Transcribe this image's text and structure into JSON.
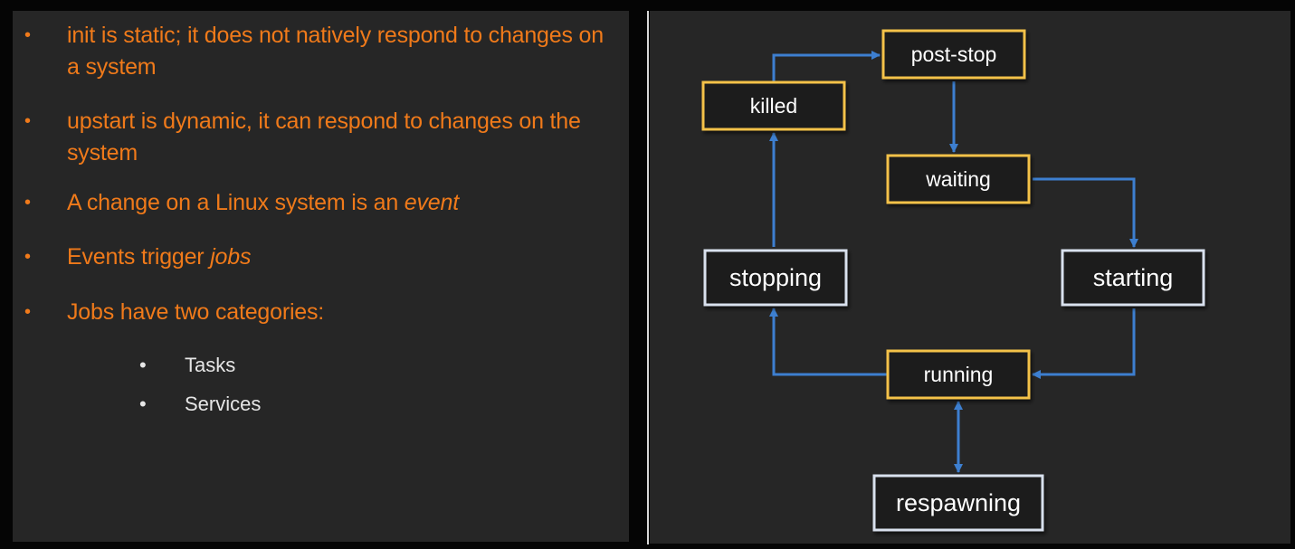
{
  "slide": {
    "bullets": [
      {
        "parts": [
          {
            "text": "init is static; it does not natively respond to changes on a system",
            "italic": false
          }
        ]
      },
      {
        "parts": [
          {
            "text": "upstart is dynamic, it can respond to changes on the system",
            "italic": false
          }
        ]
      },
      {
        "parts": [
          {
            "text": "A change on a Linux system is an ",
            "italic": false
          },
          {
            "text": "event",
            "italic": true
          }
        ]
      },
      {
        "parts": [
          {
            "text": "Events trigger ",
            "italic": false
          },
          {
            "text": "jobs",
            "italic": true
          }
        ]
      },
      {
        "parts": [
          {
            "text": "Jobs have two categories:",
            "italic": false
          }
        ]
      }
    ],
    "sub_bullets": [
      "Tasks",
      "Services"
    ]
  },
  "diagram": {
    "nodes": [
      {
        "id": "post-stop",
        "label": "post-stop",
        "border": "#f4c24a"
      },
      {
        "id": "killed",
        "label": "killed",
        "border": "#f4c24a"
      },
      {
        "id": "waiting",
        "label": "waiting",
        "border": "#f4c24a"
      },
      {
        "id": "stopping",
        "label": "stopping",
        "border": "#d9e1ee"
      },
      {
        "id": "starting",
        "label": "starting",
        "border": "#d9e1ee"
      },
      {
        "id": "running",
        "label": "running",
        "border": "#f4c24a"
      },
      {
        "id": "respawning",
        "label": "respawning",
        "border": "#d9e1ee"
      }
    ],
    "edges": [
      {
        "from": "killed",
        "to": "post-stop"
      },
      {
        "from": "post-stop",
        "to": "waiting"
      },
      {
        "from": "waiting",
        "to": "starting"
      },
      {
        "from": "starting",
        "to": "running"
      },
      {
        "from": "running",
        "to": "stopping"
      },
      {
        "from": "stopping",
        "to": "killed"
      },
      {
        "from": "running",
        "to": "respawning",
        "bidirectional": true
      }
    ],
    "edge_color": "#3d7fd0"
  }
}
